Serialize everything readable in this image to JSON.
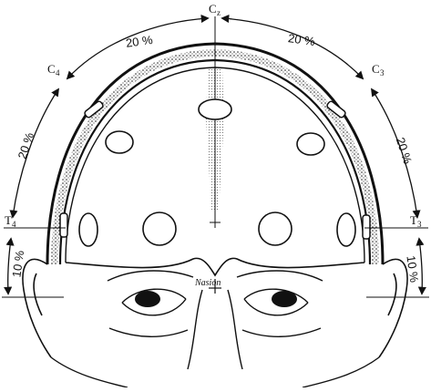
{
  "electrodes": {
    "cz": {
      "letter": "C",
      "sub": "z"
    },
    "c4": {
      "letter": "C",
      "sub": "4"
    },
    "c3": {
      "letter": "C",
      "sub": "3"
    },
    "t4": {
      "letter": "T",
      "sub": "4"
    },
    "t3": {
      "letter": "T",
      "sub": "3"
    }
  },
  "percentages": {
    "top_left": "20 %",
    "top_right": "20 %",
    "side_left": "20 %",
    "side_right": "20 %",
    "low_left": "10 %",
    "low_right": "10 %"
  },
  "landmarks": {
    "nasion": "Nasion"
  }
}
